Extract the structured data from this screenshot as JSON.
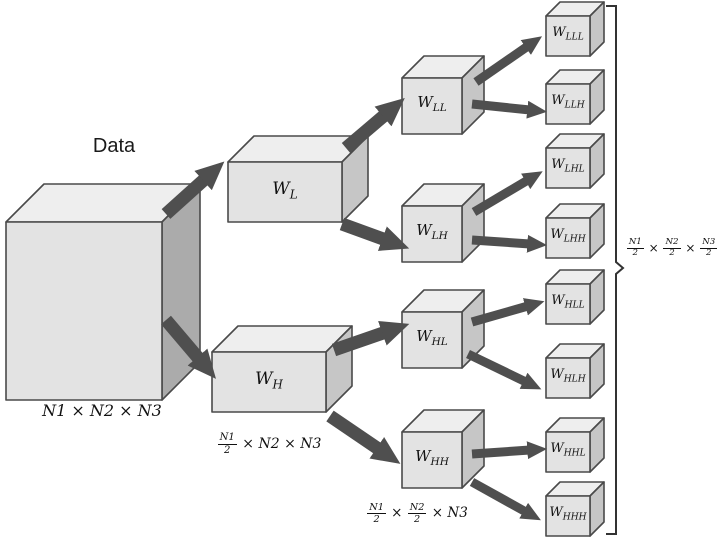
{
  "colors": {
    "background": "#ffffff",
    "cube_front": "#e3e3e3",
    "cube_top": "#eeeeee",
    "cube_side": "#c6c6c6",
    "big_cube_side": "#ababab",
    "outline": "#4a4a4a",
    "arrow": "#4f4f4f",
    "text": "#111111"
  },
  "labels": {
    "data_title": "Data",
    "data_dims": "N1 × N2 × N3"
  },
  "nodes": {
    "wl": {
      "base": "W",
      "sub": "L"
    },
    "wh": {
      "base": "W",
      "sub": "H"
    },
    "wll": {
      "base": "W",
      "sub": "LL"
    },
    "wlh": {
      "base": "W",
      "sub": "LH"
    },
    "whl": {
      "base": "W",
      "sub": "HL"
    },
    "whh": {
      "base": "W",
      "sub": "HH"
    },
    "wlll": {
      "base": "W",
      "sub": "LLL"
    },
    "wllh": {
      "base": "W",
      "sub": "LLH"
    },
    "wlhl": {
      "base": "W",
      "sub": "LHL"
    },
    "wlhh": {
      "base": "W",
      "sub": "LHH"
    },
    "whll": {
      "base": "W",
      "sub": "HLL"
    },
    "whlh": {
      "base": "W",
      "sub": "HLH"
    },
    "whhl": {
      "base": "W",
      "sub": "HHL"
    },
    "whhh": {
      "base": "W",
      "sub": "HHH"
    }
  },
  "dims": {
    "level1": {
      "f1n": "N1",
      "f1d": "2",
      "rest": " × N2 × N3"
    },
    "level2": {
      "f1n": "N1",
      "f1d": "2",
      "mid": " × ",
      "f2n": "N2",
      "f2d": "2",
      "rest": " × N3"
    },
    "level3": {
      "f1n": "N1",
      "f1d": "2",
      "x1": " × ",
      "f2n": "N2",
      "f2d": "2",
      "x2": " × ",
      "f3n": "N3",
      "f3d": "2"
    }
  }
}
